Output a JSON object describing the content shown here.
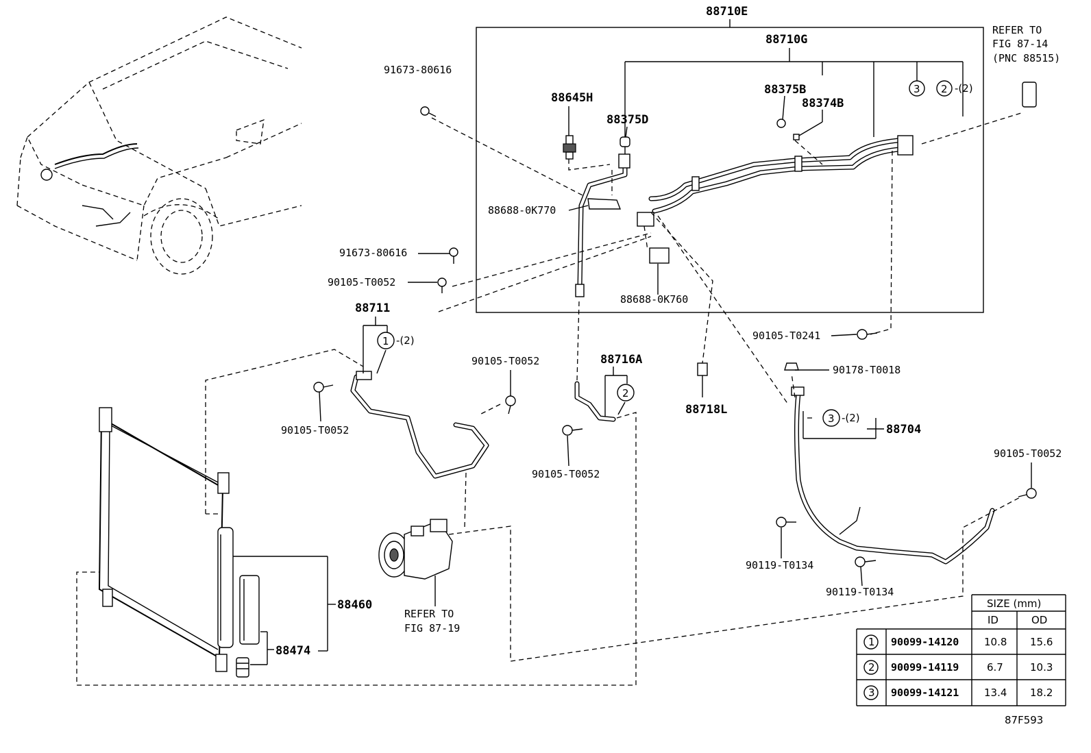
{
  "diagram_id": "87F593",
  "parts": {
    "p88710E": "88710E",
    "p88710G": "88710G",
    "p88645H": "88645H",
    "p88375D": "88375D",
    "p88375B": "88375B",
    "p88374B": "88374B",
    "p88688_0K770": "88688-0K770",
    "p88688_0K760": "88688-0K760",
    "p91673_top": "91673-80616",
    "p91673_mid": "91673-80616",
    "p90105_T0052_a": "90105-T0052",
    "p90105_T0052_b": "90105-T0052",
    "p90105_T0052_c": "90105-T0052",
    "p90105_T0052_d": "90105-T0052",
    "p90105_T0052_e": "90105-T0052",
    "p90105_T0241": "90105-T0241",
    "p90178_T0018": "90178-T0018",
    "p88711": "88711",
    "p88716A": "88716A",
    "p88718L": "88718L",
    "p88704": "88704",
    "p88460": "88460",
    "p88474": "88474",
    "p90119_T0134_a": "90119-T0134",
    "p90119_T0134_b": "90119-T0134"
  },
  "callouts": {
    "c1_num": "1",
    "c1_qty": "-(2)",
    "c2_num": "2",
    "c2_qty": "-(2)",
    "c2b_num": "2",
    "c3_num": "3",
    "c3b_num": "3",
    "c3b_qty": "-(2)"
  },
  "notes": {
    "refer_top_1": "REFER TO",
    "refer_top_2": "FIG 87-14",
    "refer_top_3": "(PNC 88515)",
    "refer_comp_1": "REFER TO",
    "refer_comp_2": "FIG 87-19"
  },
  "size_table": {
    "title": "SIZE (mm)",
    "col_id": "ID",
    "col_od": "OD",
    "rows": [
      {
        "num": "1",
        "part": "90099-14120",
        "id": "10.8",
        "od": "15.6"
      },
      {
        "num": "2",
        "part": "90099-14119",
        "id": "6.7",
        "od": "10.3"
      },
      {
        "num": "3",
        "part": "90099-14121",
        "id": "13.4",
        "od": "18.2"
      }
    ]
  }
}
